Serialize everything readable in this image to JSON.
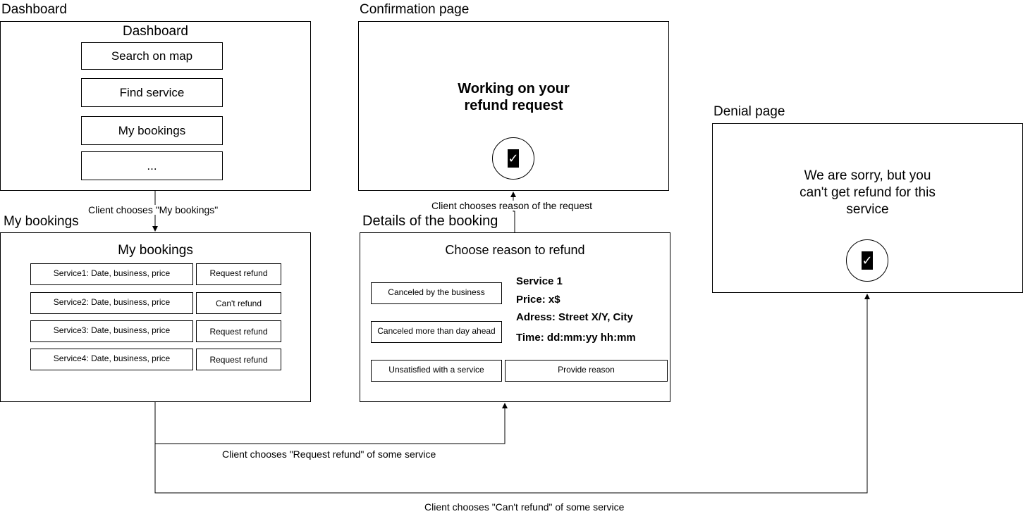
{
  "dashboard": {
    "frame_title": "Dashboard",
    "inner_title": "Dashboard",
    "buttons": [
      "Search on map",
      "Find service",
      "My bookings",
      "..."
    ]
  },
  "my_bookings": {
    "frame_title": "My bookings",
    "inner_title": "My bookings",
    "rows": [
      {
        "service": "Service1: Date, business, price",
        "action": "Request refund"
      },
      {
        "service": "Service2: Date, business, price",
        "action": "Can't refund"
      },
      {
        "service": "Service3: Date, business, price",
        "action": "Request refund"
      },
      {
        "service": "Service4: Date, business, price",
        "action": "Request refund"
      }
    ]
  },
  "confirmation": {
    "frame_title": "Confirmation page",
    "message_line1": "Working on your",
    "message_line2": "refund request",
    "icon": "checkmark-icon"
  },
  "details": {
    "frame_title": "Details of the booking",
    "inner_title": "Choose reason to refund",
    "reasons": [
      "Canceled by the business",
      "Canceled more than day ahead",
      "Unsatisfied with a service"
    ],
    "provide_reason": "Provide reason",
    "info": {
      "service": "Service 1",
      "price": "Price: x$",
      "address": "Adress: Street X/Y, City",
      "time": "Time: dd:mm:yy hh:mm"
    }
  },
  "denial": {
    "frame_title": "Denial page",
    "message_line1": "We are sorry, but you",
    "message_line2": "can't get refund for this",
    "message_line3": "service",
    "icon": "checkmark-icon"
  },
  "edges": {
    "to_my_bookings": "Client chooses \"My bookings\"",
    "to_details": "Client chooses \"Request refund\" of some service",
    "to_confirmation": "Client chooses reason of the request",
    "to_denial": "Client chooses \"Can't refund\" of some service"
  },
  "check_glyph": "✓"
}
